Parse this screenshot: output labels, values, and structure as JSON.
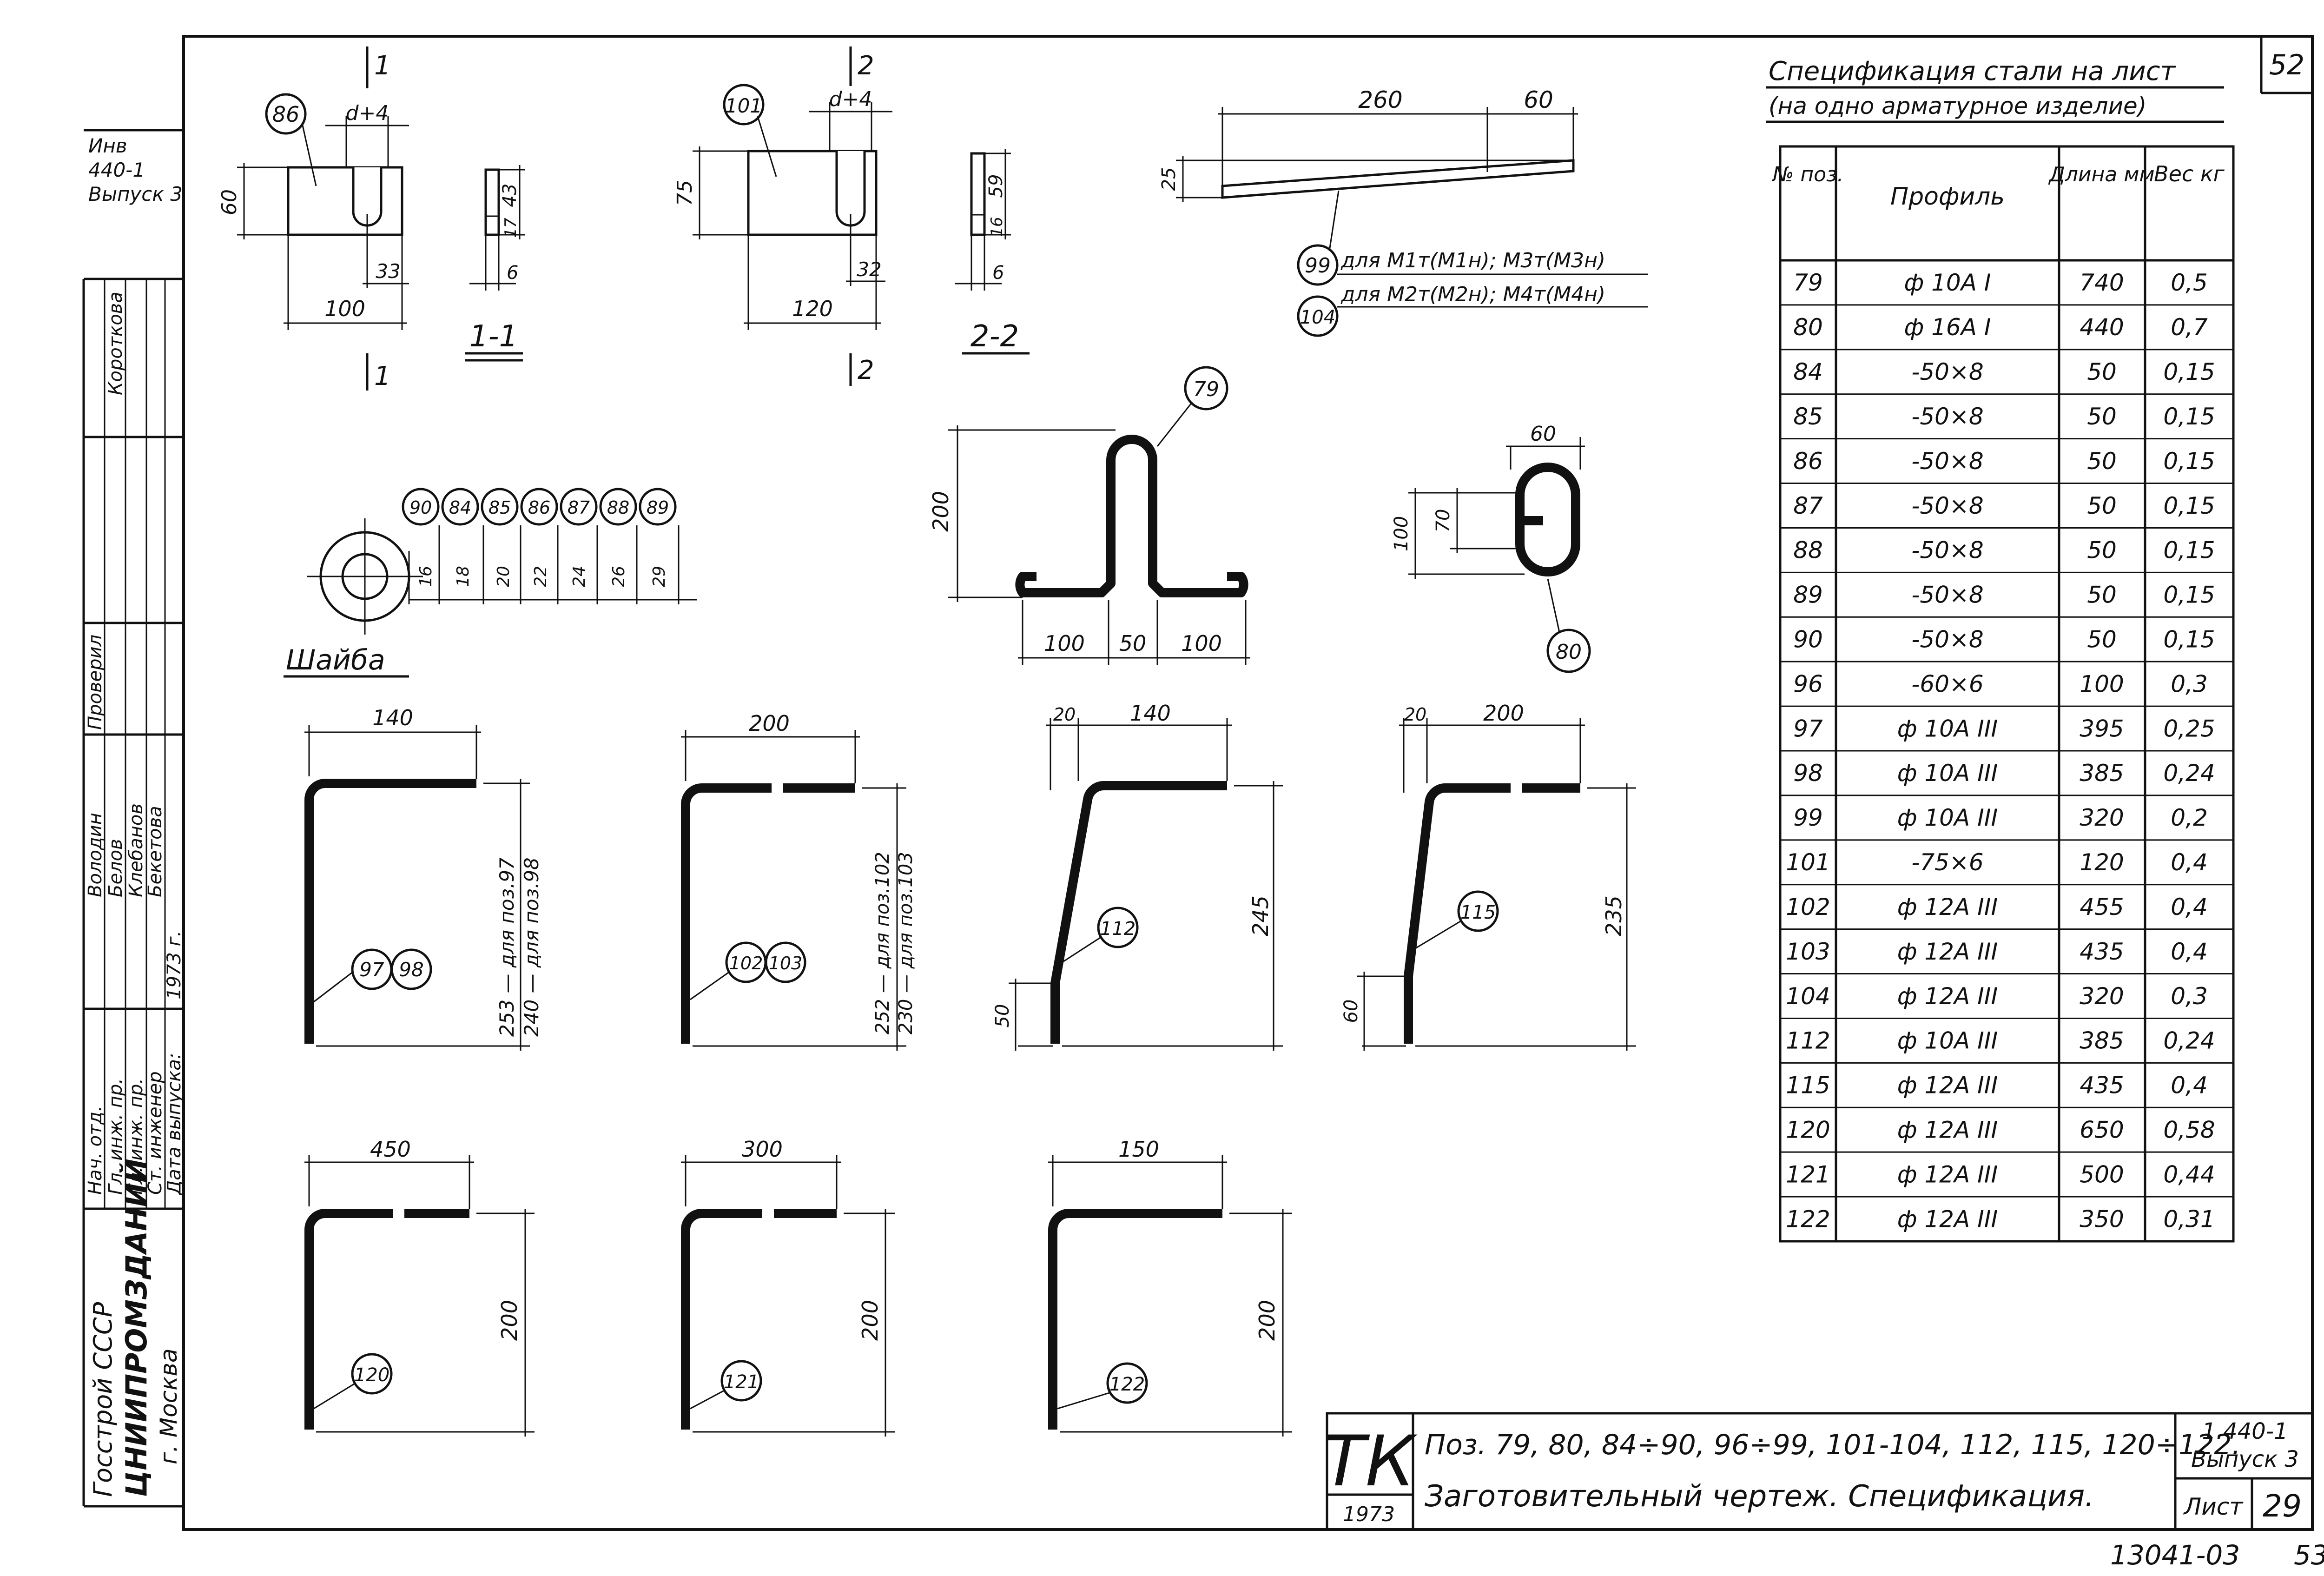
{
  "sheet": {
    "page_number_top": "52",
    "bottom_number": "13041-03",
    "bottom_page": "53"
  },
  "side_stamp": {
    "top_block": [
      "Инв",
      "440-1",
      "Выпуск 3"
    ],
    "roles": [
      "Нач. отд.",
      "Гл. инж. пр.",
      "Гл. инж. пр.",
      "Ст. инженер",
      "Дата выпуска:"
    ],
    "names": [
      "Володин",
      "Белов",
      "Клебанов",
      "Бекетова",
      "1973 г."
    ],
    "extra": [
      "Проверил",
      "Короткова"
    ],
    "org_line1": "Госстрой СССР",
    "org_line2": "ЦНИИПРОМЗДАНИЙ",
    "org_line3": "г. Москва"
  },
  "spec": {
    "title_line1": "Спецификация стали на лист",
    "title_line2": "(на одно арматурное изделие)",
    "headers": {
      "pos": "№ поз.",
      "profile": "Профиль",
      "length": "Длина мм",
      "weight": "Вес кг"
    },
    "rows": [
      {
        "pos": "79",
        "profile": "ф 10А I",
        "length": "740",
        "weight": "0,5"
      },
      {
        "pos": "80",
        "profile": "ф 16А I",
        "length": "440",
        "weight": "0,7"
      },
      {
        "pos": "84",
        "profile": "-50×8",
        "length": "50",
        "weight": "0,15"
      },
      {
        "pos": "85",
        "profile": "-50×8",
        "length": "50",
        "weight": "0,15"
      },
      {
        "pos": "86",
        "profile": "-50×8",
        "length": "50",
        "weight": "0,15"
      },
      {
        "pos": "87",
        "profile": "-50×8",
        "length": "50",
        "weight": "0,15"
      },
      {
        "pos": "88",
        "profile": "-50×8",
        "length": "50",
        "weight": "0,15"
      },
      {
        "pos": "89",
        "profile": "-50×8",
        "length": "50",
        "weight": "0,15"
      },
      {
        "pos": "90",
        "profile": "-50×8",
        "length": "50",
        "weight": "0,15"
      },
      {
        "pos": "96",
        "profile": "-60×6",
        "length": "100",
        "weight": "0,3"
      },
      {
        "pos": "97",
        "profile": "ф 10А III",
        "length": "395",
        "weight": "0,25"
      },
      {
        "pos": "98",
        "profile": "ф 10А III",
        "length": "385",
        "weight": "0,24"
      },
      {
        "pos": "99",
        "profile": "ф 10А III",
        "length": "320",
        "weight": "0,2"
      },
      {
        "pos": "101",
        "profile": "-75×6",
        "length": "120",
        "weight": "0,4"
      },
      {
        "pos": "102",
        "profile": "ф 12А III",
        "length": "455",
        "weight": "0,4"
      },
      {
        "pos": "103",
        "profile": "ф 12А III",
        "length": "435",
        "weight": "0,4"
      },
      {
        "pos": "104",
        "profile": "ф 12А III",
        "length": "320",
        "weight": "0,3"
      },
      {
        "pos": "112",
        "profile": "ф 10А III",
        "length": "385",
        "weight": "0,24"
      },
      {
        "pos": "115",
        "profile": "ф 12А III",
        "length": "435",
        "weight": "0,4"
      },
      {
        "pos": "120",
        "profile": "ф 12А III",
        "length": "650",
        "weight": "0,58"
      },
      {
        "pos": "121",
        "profile": "ф 12А III",
        "length": "500",
        "weight": "0,44"
      },
      {
        "pos": "122",
        "profile": "ф 12А III",
        "length": "350",
        "weight": "0,31"
      }
    ]
  },
  "drawings": {
    "plate86": {
      "mark": "86",
      "w": "100",
      "h": "60",
      "slot": "d+4",
      "edge": "33",
      "section": "1-1",
      "sec_h1": "43",
      "sec_h2": "17",
      "sec_t": "6",
      "cut": "1"
    },
    "plate101": {
      "mark": "101",
      "w": "120",
      "h": "75",
      "slot": "d+4",
      "edge": "32",
      "section": "2-2",
      "sec_h1": "59",
      "sec_h2": "16",
      "sec_t": "6",
      "cut": "2"
    },
    "wedge": {
      "len1": "260",
      "len2": "60",
      "h": "25",
      "mark1": "99",
      "note1": "для М1т(М1н); М3т(М3н)",
      "mark2": "104",
      "note2": "для М2т(М2н); М4т(М4н)"
    },
    "washer": {
      "label": "Шайба",
      "marks": [
        "90",
        "84",
        "85",
        "86",
        "87",
        "88",
        "89"
      ],
      "sizes": [
        "16",
        "18",
        "20",
        "22",
        "24",
        "26",
        "29"
      ]
    },
    "omega": {
      "mark": "79",
      "h": "200",
      "w1": "100",
      "w2": "50",
      "w3": "100"
    },
    "loop": {
      "mark": "80",
      "w": "60",
      "h1": "100",
      "h2": "70"
    },
    "bar97": {
      "marks": [
        "97",
        "98"
      ],
      "top": "140",
      "note1": "253 — для поз.97",
      "note2": "240 — для поз.98"
    },
    "bar102": {
      "marks": [
        "102",
        "103"
      ],
      "top": "200",
      "note1": "252 — для поз.102",
      "note2": "230 — для поз.103"
    },
    "bar112": {
      "mark": "112",
      "off": "20",
      "top": "140",
      "h": "245",
      "low": "50"
    },
    "bar115": {
      "mark": "115",
      "off": "20",
      "top": "200",
      "h": "235",
      "low": "60"
    },
    "bar120": {
      "mark": "120",
      "top": "450",
      "h": "200"
    },
    "bar121": {
      "mark": "121",
      "top": "300",
      "h": "200"
    },
    "bar122": {
      "mark": "122",
      "top": "150",
      "h": "200"
    }
  },
  "titleblock": {
    "logo": "ТК",
    "year": "1973",
    "line1": "Поз. 79, 80, 84÷90, 96÷99, 101-104, 112, 115, 120÷122.",
    "line2": "Заготовительный чертеж. Спецификация.",
    "series": "1.440-1",
    "issue": "Выпуск 3",
    "sheet_label": "Лист",
    "sheet_no": "29"
  }
}
